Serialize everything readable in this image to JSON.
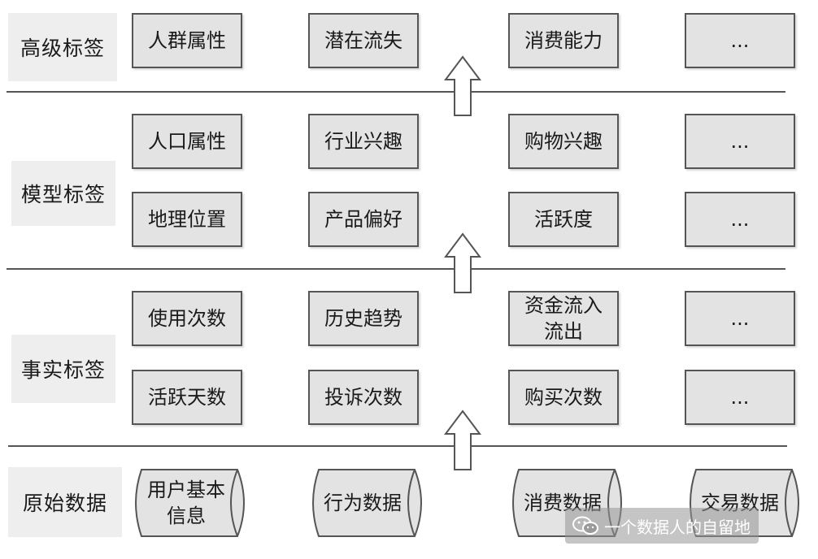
{
  "layers": [
    {
      "label": "高级标签",
      "rows": [
        [
          "人群属性",
          "潜在流失",
          "消费能力",
          "..."
        ]
      ]
    },
    {
      "label": "模型标签",
      "rows": [
        [
          "人口属性",
          "行业兴趣",
          "购物兴趣",
          "..."
        ],
        [
          "地理位置",
          "产品偏好",
          "活跃度",
          "..."
        ]
      ]
    },
    {
      "label": "事实标签",
      "rows": [
        [
          "使用次数",
          "历史趋势",
          "资金流入流出",
          "..."
        ],
        [
          "活跃天数",
          "投诉次数",
          "购买次数",
          "..."
        ]
      ]
    },
    {
      "label": "原始数据",
      "sources": [
        "用户基本信息",
        "行为数据",
        "消费数据",
        "交易数据"
      ]
    }
  ],
  "watermark": "一个数据人的自留地",
  "watermark_icon": "wechat-icon"
}
